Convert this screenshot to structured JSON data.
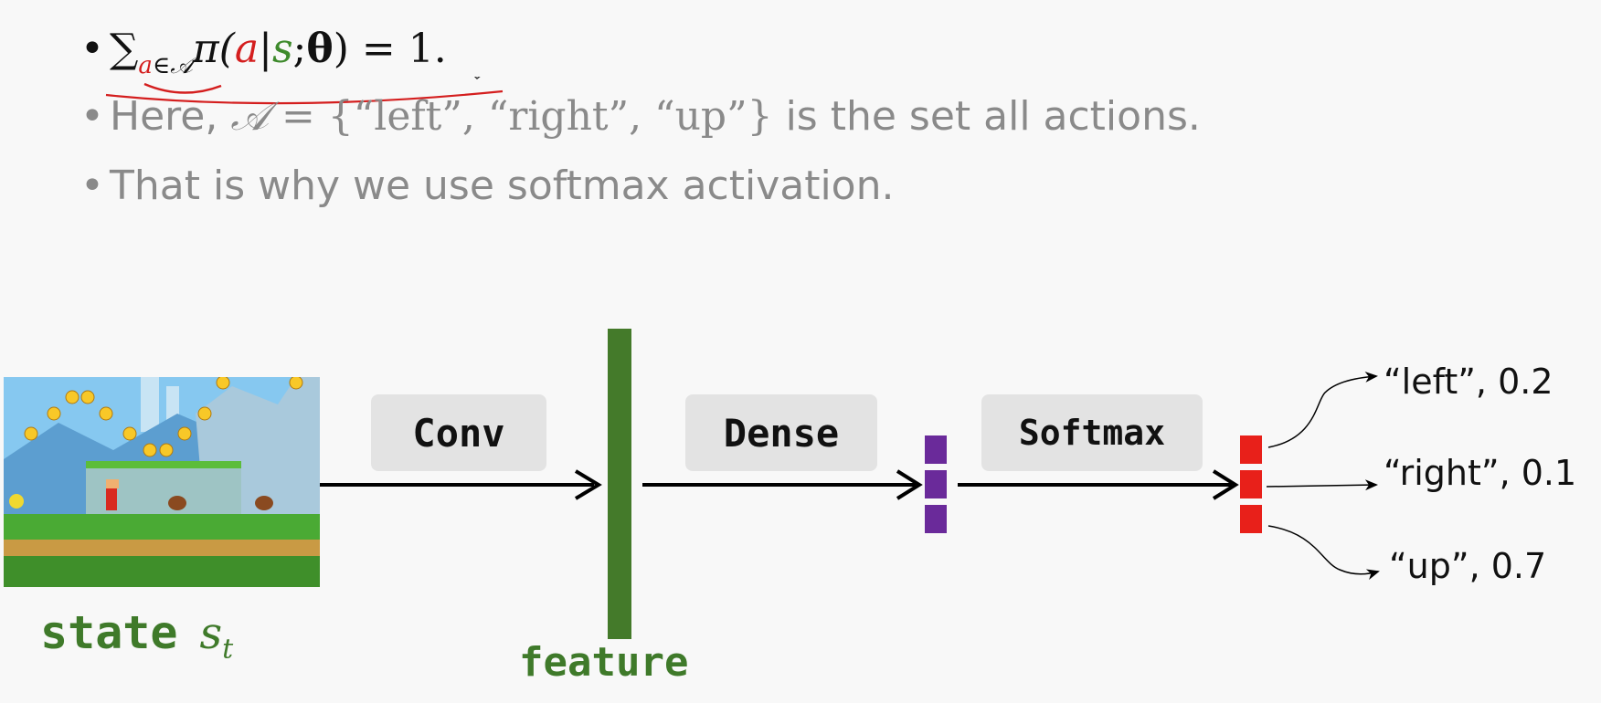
{
  "bullets": {
    "b1": {
      "sum_symbol": "∑",
      "sub_a": "a",
      "sub_in": "∈",
      "sub_set": "𝒜",
      "pi": "π(",
      "a": "a",
      "bar": "|",
      "s": "s",
      "semicolon": ";",
      "theta": "θ",
      "rest": ") = 1."
    },
    "b2": {
      "prefix": "Here, ",
      "set_symbol": "𝒜",
      "equals_set": " = {“left”, “right”, “up”}",
      "suffix": " is the set all actions."
    },
    "b3": "That is why we use softmax activation."
  },
  "diagram": {
    "state_label": "state",
    "state_var": "s",
    "state_sub": "t",
    "conv_label": "Conv",
    "dense_label": "Dense",
    "softmax_label": "Softmax",
    "feature_label": "feature",
    "outputs": [
      {
        "action": "“left”, 0.2",
        "prob": 0.2
      },
      {
        "action": "“right”, 0.1",
        "prob": 0.1
      },
      {
        "action": "“up”, 0.7",
        "prob": 0.7
      }
    ]
  },
  "colors": {
    "feature_green": "#447a2a",
    "dense_purple": "#6a2a9a",
    "softmax_red": "#e8201a",
    "math_red": "#d41e1e",
    "math_green": "#3e8a2c"
  }
}
